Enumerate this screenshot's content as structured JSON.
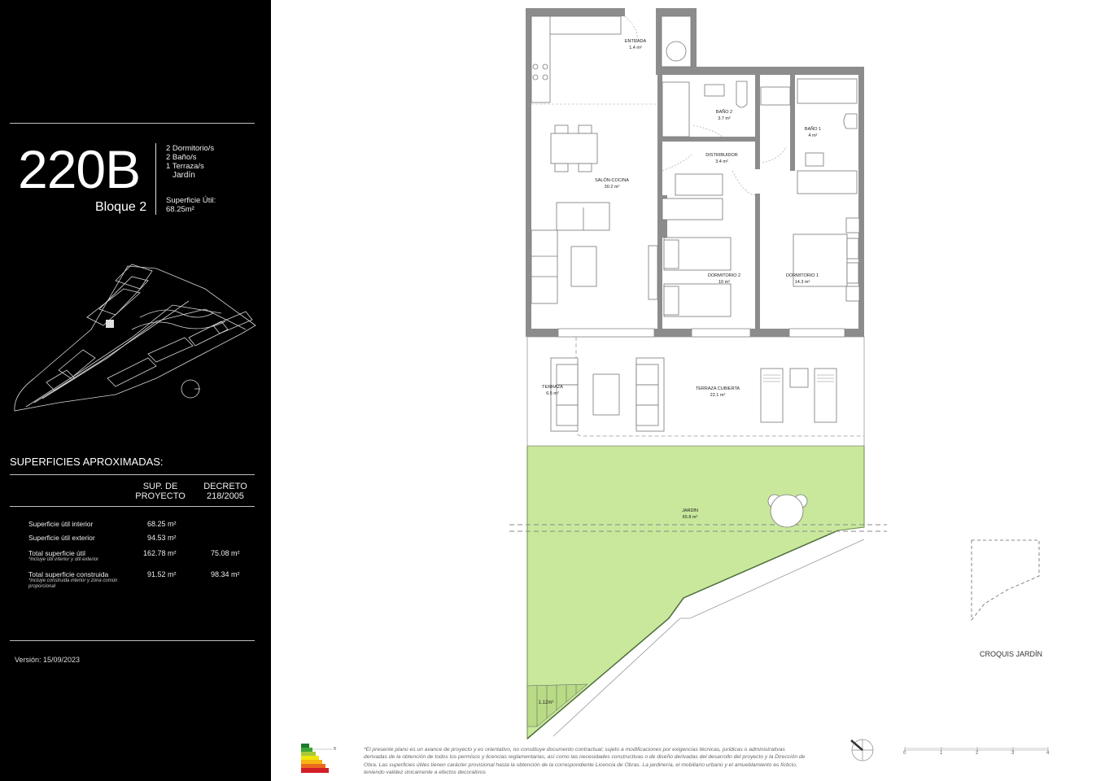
{
  "sidebar": {
    "unit_code": "220B",
    "block": "Bloque 2",
    "features": [
      "2 Dormitorio/s",
      "2 Baño/s",
      "1 Terraza/s"
    ],
    "garden": "Jardín",
    "useful_area_label": "Superficie Útil:",
    "useful_area_value": "68.25m²",
    "surfaces_title": "SUPERFICIES APROXIMADAS:",
    "columns": {
      "project": [
        "SUP. DE",
        "PROYECTO"
      ],
      "decree": [
        "DECRETO",
        "218/2005"
      ]
    },
    "rows": [
      {
        "label": "Superficie útil interior",
        "note": "",
        "project": "68.25 m²",
        "decree": ""
      },
      {
        "label": "Superficie útil exterior",
        "note": "",
        "project": "94.53 m²",
        "decree": ""
      },
      {
        "label": "Total superficie útil",
        "note": "*incluye útil interior y útil exterior",
        "project": "162.78 m²",
        "decree": "75.08 m²"
      },
      {
        "label": "Total superficie construida",
        "note": "*incluye construida interior y zona común proporcional",
        "project": "91.52 m²",
        "decree": "98.34 m²"
      }
    ],
    "version": "Versión: 15/09/2023"
  },
  "plan": {
    "rooms": [
      {
        "name": "ENTRADA",
        "area": "1.4 m²"
      },
      {
        "name": "BAÑO 2",
        "area": "3.7 m²"
      },
      {
        "name": "BAÑO 1",
        "area": "4 m²"
      },
      {
        "name": "DISTRIBUIDOR",
        "area": "3.4 m²"
      },
      {
        "name": "SALÓN-COCINA",
        "area": "30.2 m²"
      },
      {
        "name": "DORMITORIO 2",
        "area": "10 m²"
      },
      {
        "name": "DORMITORIO 1",
        "area": "14.3 m²"
      },
      {
        "name": "TERRAZA",
        "area": "6.5 m²"
      },
      {
        "name": "TERRAZA CUBIERTA",
        "area": "22.1 m²"
      },
      {
        "name": "JARDÍN",
        "area": "65.8 m²"
      }
    ],
    "small_area": "1.12m²",
    "croquis_label": "CROQUIS JARDÍN",
    "energy_rating": "B",
    "scale_ticks": [
      "0",
      "1",
      "2",
      "3",
      "4"
    ],
    "garden_color": "#c9e89c",
    "wall_color": "#8c8c8c"
  },
  "disclaimer": "*El presente plano es un avance de proyecto y es orientativo, no constituye documento contractual; sujeto a modificaciones por exigencias técnicas, jurídicas o administrativas derivadas de la obtención de todos los permisos y licencias reglamentarias, así como las necesidades constructivas o de diseño derivadas del desarrollo del proyecto y la Dirección de Obra. Las superficies útiles tienen carácter provisional hasta la obtención de la correspondiente Licencia de Obras. La jardinería, el mobiliario urbano y el amueblamiento es ficticio, teniendo validez únicamente a efectos decorativos"
}
